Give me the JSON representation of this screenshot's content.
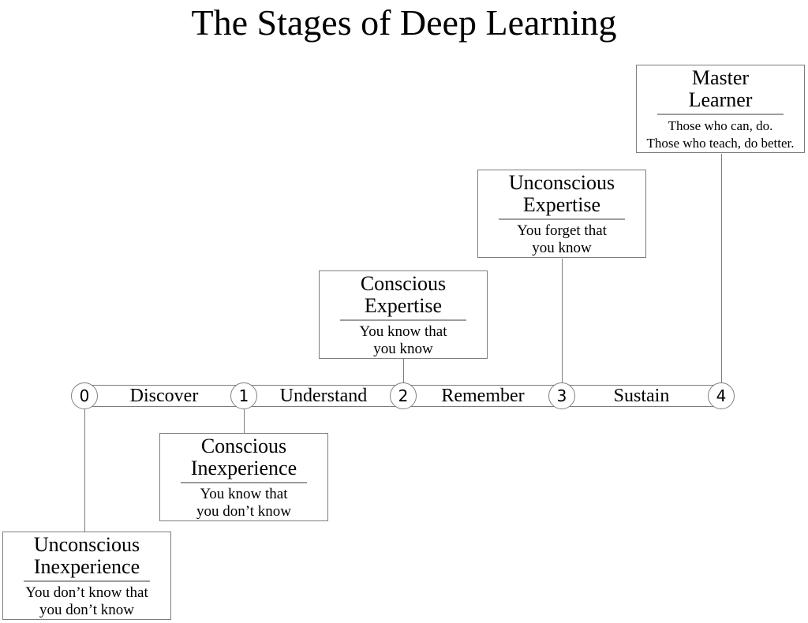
{
  "title": "The Stages of Deep Learning",
  "colors": {
    "background": "#ffffff",
    "line": "#7d7d7d",
    "rule": "#9d9d9d",
    "text": "#000000"
  },
  "timeline": {
    "nodes": [
      {
        "label": "0"
      },
      {
        "label": "1"
      },
      {
        "label": "2"
      },
      {
        "label": "3"
      },
      {
        "label": "4"
      }
    ],
    "segments": [
      {
        "label": "Discover"
      },
      {
        "label": "Understand"
      },
      {
        "label": "Remember"
      },
      {
        "label": "Sustain"
      }
    ]
  },
  "boxes": [
    {
      "title1": "Unconscious",
      "title2": "Inexperience",
      "desc1": "You don’t know that",
      "desc2": "you don’t know",
      "node": "0",
      "position": "below"
    },
    {
      "title1": "Conscious",
      "title2": "Inexperience",
      "desc1": "You know that",
      "desc2": "you don’t know",
      "node": "1",
      "position": "below"
    },
    {
      "title1": "Conscious",
      "title2": "Expertise",
      "desc1": "You know that",
      "desc2": "you know",
      "node": "2",
      "position": "above"
    },
    {
      "title1": "Unconscious",
      "title2": "Expertise",
      "desc1": "You forget that",
      "desc2": "you know",
      "node": "3",
      "position": "above"
    },
    {
      "title1": "Master",
      "title2": "Learner",
      "desc1": "Those who can, do.",
      "desc2": "Those who teach, do better.",
      "node": "4",
      "position": "above"
    }
  ]
}
